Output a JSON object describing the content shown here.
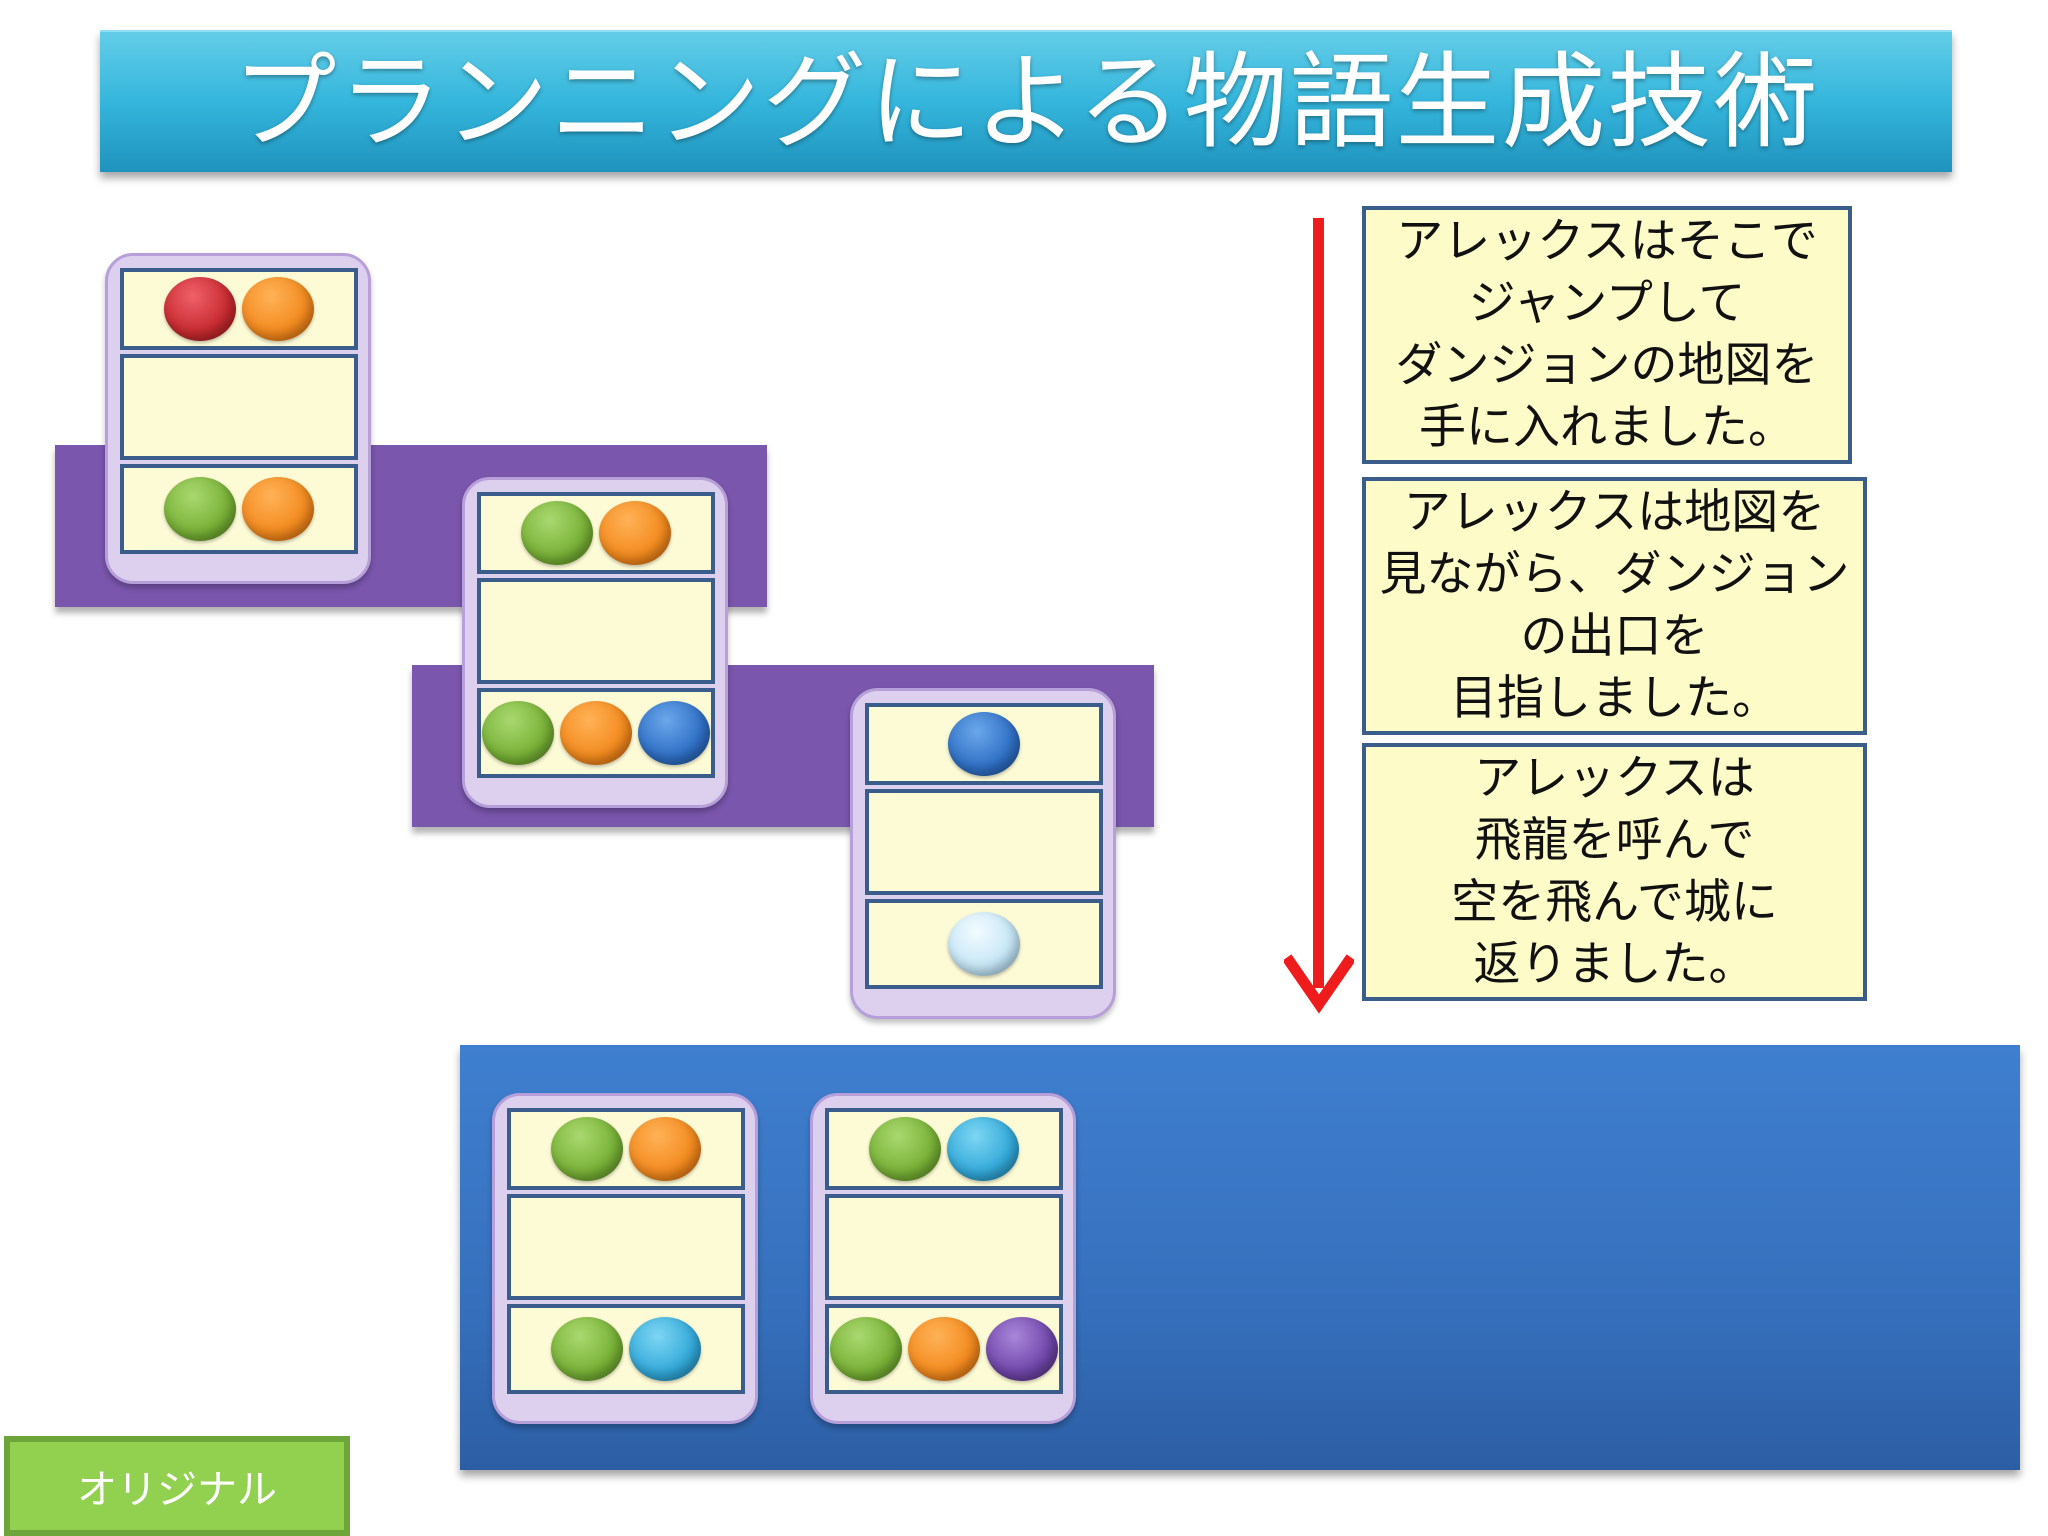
{
  "title": "プランニングによる物語生成技術",
  "story_steps": [
    "アレックスはそこで\nジャンプして\nダンジョンの地図を\n手に入れました。",
    "アレックスは地図を\n見ながら、ダンジョン\nの出口を\n目指しました。",
    "アレックスは\n飛龍を呼んで\n空を飛んで城に\n返りました。"
  ],
  "original_button": "オリジナル",
  "colors": {
    "title_bar": "#35b6dc",
    "purple_band": "#7a56ad",
    "blue_area": "#3670bd",
    "arrow": "#ee1c1c",
    "text_box_fill": "#fdfbc8",
    "box_border": "#3b5d8b",
    "button": "#92d050"
  },
  "state_cards": [
    {
      "top": [
        "red",
        "orange"
      ],
      "bottom": [
        "green",
        "orange"
      ]
    },
    {
      "top": [
        "green",
        "orange"
      ],
      "bottom": [
        "green",
        "orange",
        "blue"
      ]
    },
    {
      "top": [
        "blue"
      ],
      "bottom": [
        "lightblue"
      ]
    },
    {
      "top": [
        "green",
        "orange"
      ],
      "bottom": [
        "green",
        "cyan"
      ]
    },
    {
      "top": [
        "green",
        "cyan"
      ],
      "bottom": [
        "green",
        "orange",
        "purple"
      ]
    }
  ]
}
